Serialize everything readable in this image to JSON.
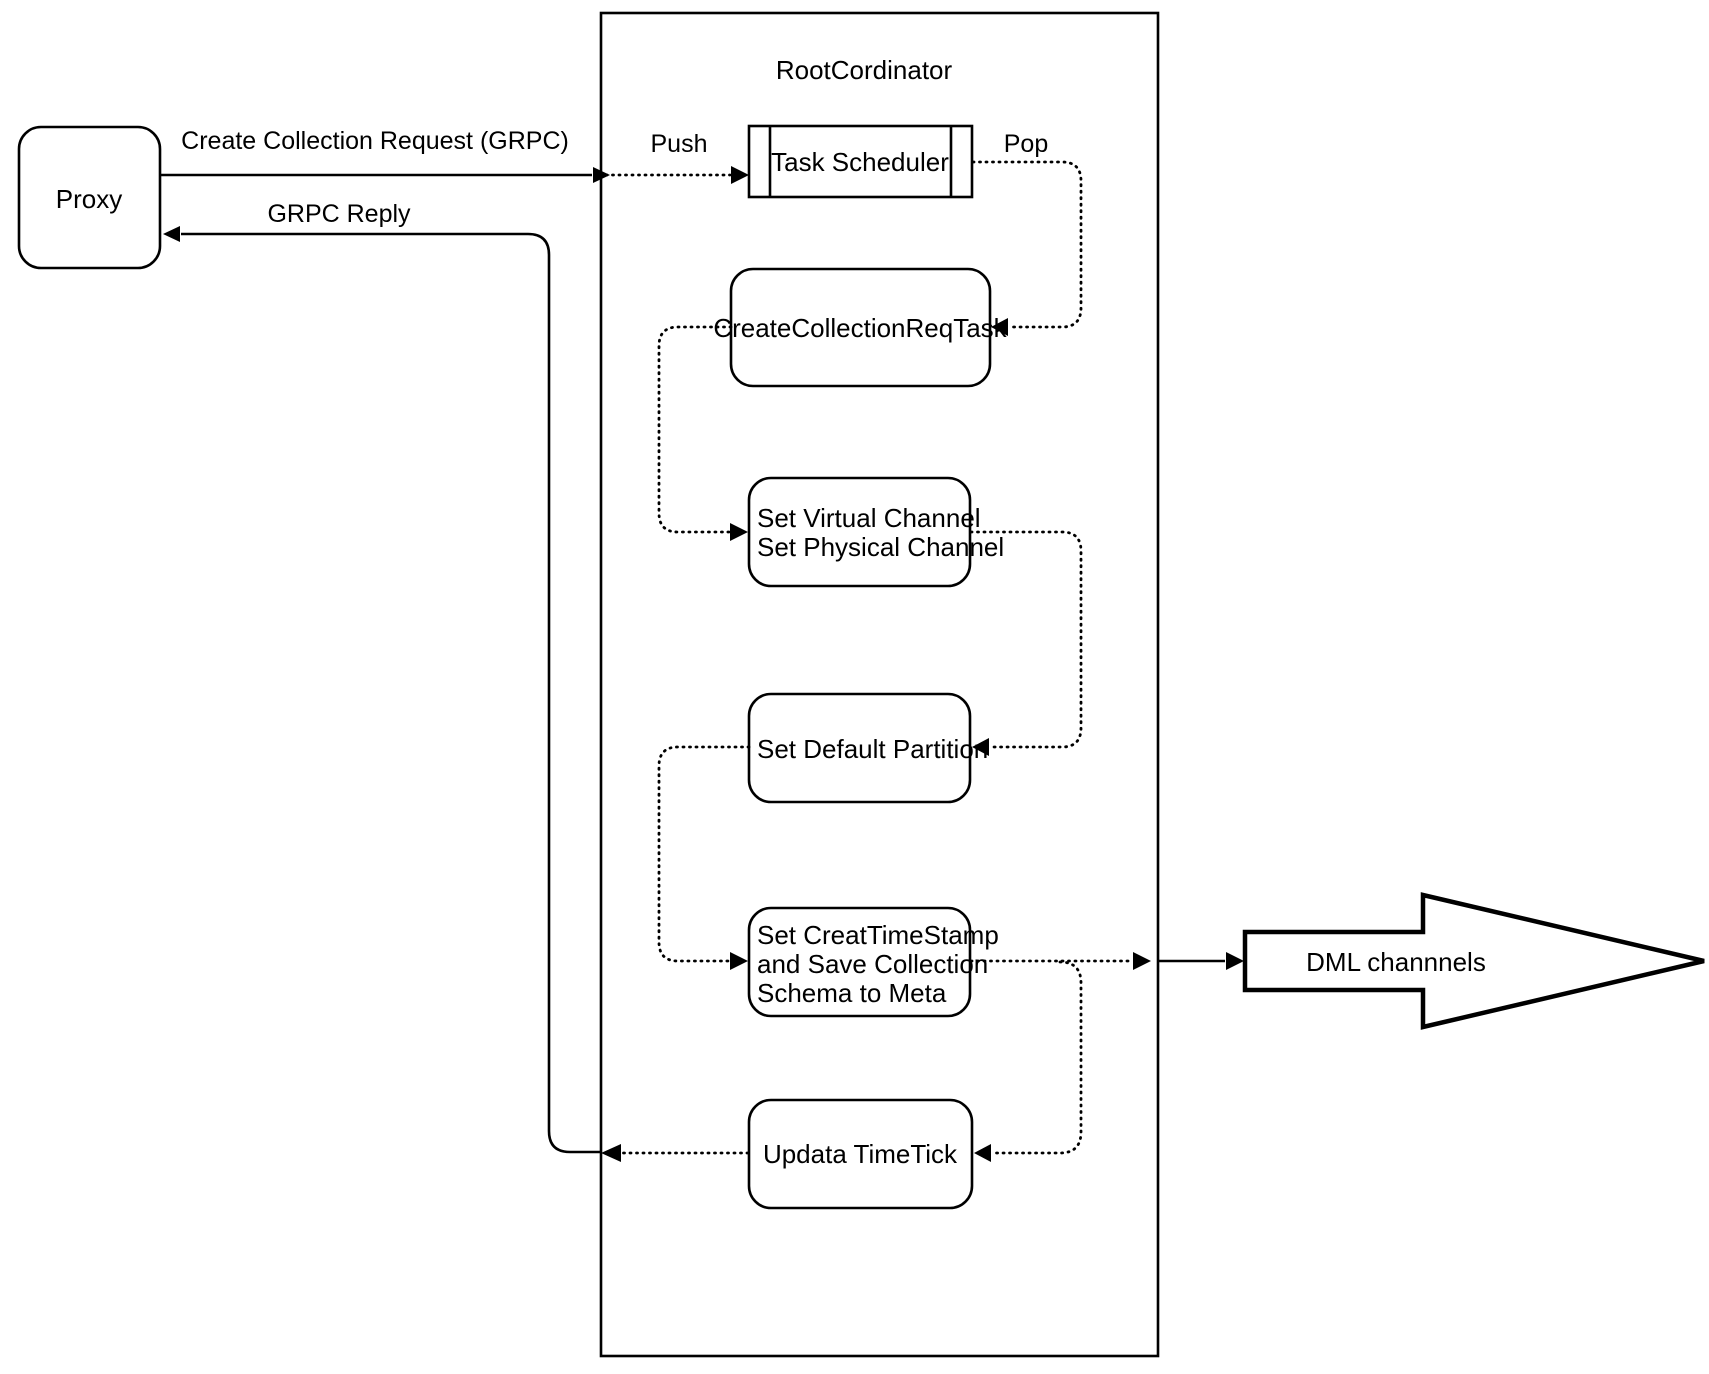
{
  "diagram": {
    "title_text": "RootCordinator",
    "nodes": {
      "proxy": {
        "label": "Proxy"
      },
      "task_scheduler": {
        "label": "Task Scheduler"
      },
      "create_collection_req_task": {
        "label": "CreateCollectionReqTask"
      },
      "set_channels": {
        "line1": "Set Virtual Channel",
        "line2": "Set Physical Channel"
      },
      "set_default_partition": {
        "label": "Set Default Partition"
      },
      "set_create_timestamp": {
        "line1": "Set CreatTimeStamp",
        "line2": "and Save Collection",
        "line3": "Schema to Meta"
      },
      "updata_timetick": {
        "label": "Updata TimeTick"
      },
      "dml_channels": {
        "label": "DML channnels"
      }
    },
    "edges": {
      "create_collection_request": {
        "label": "Create Collection Request (GRPC)"
      },
      "grpc_reply": {
        "label": "GRPC Reply"
      },
      "push": {
        "label": "Push"
      },
      "pop": {
        "label": "Pop"
      }
    },
    "colors": {
      "stroke": "#000000",
      "fill": "#ffffff",
      "text": "#000000"
    }
  }
}
